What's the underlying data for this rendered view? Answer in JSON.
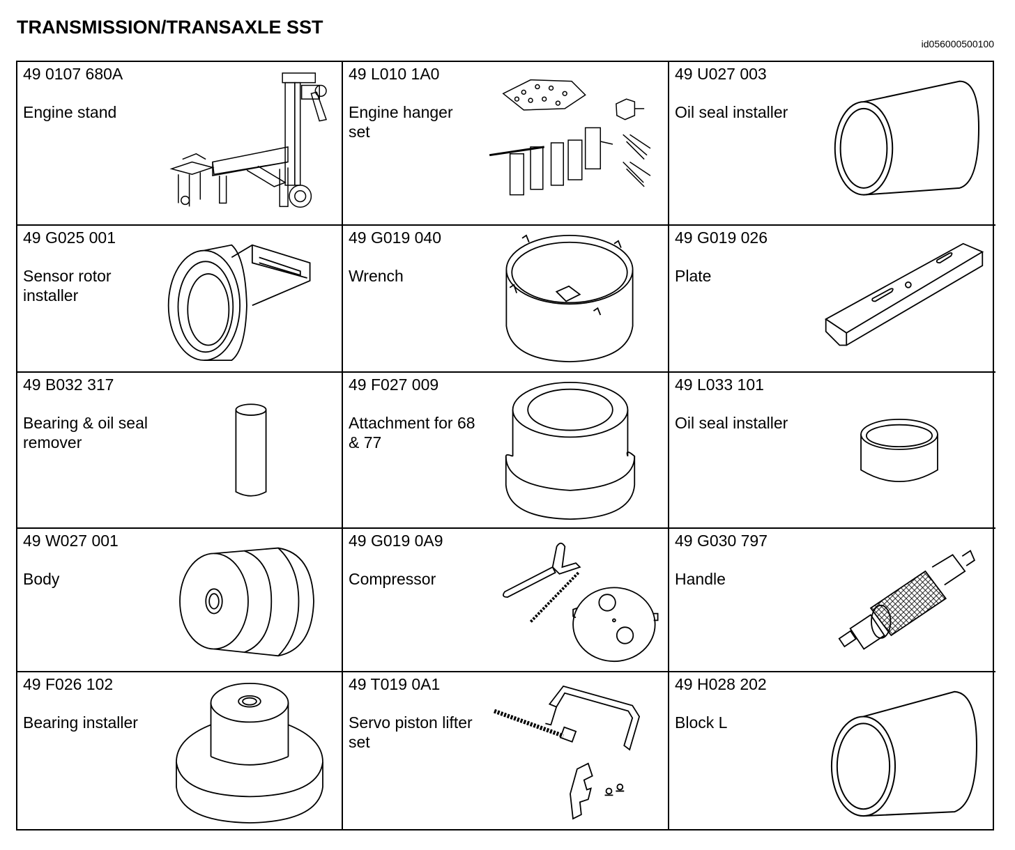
{
  "header": {
    "title": "TRANSMISSION/TRANSAXLE SST",
    "doc_id": "id056000500100"
  },
  "tools": [
    {
      "part_no": "49 0107 680A",
      "name": "Engine stand",
      "icon": "engine-stand-icon"
    },
    {
      "part_no": "49 L010 1A0",
      "name": "Engine hanger set",
      "icon": "engine-hanger-set-icon"
    },
    {
      "part_no": "49 U027 003",
      "name": "Oil seal installer",
      "icon": "oil-seal-installer-icon"
    },
    {
      "part_no": "49 G025 001",
      "name": "Sensor rotor installer",
      "icon": "sensor-rotor-installer-icon"
    },
    {
      "part_no": "49 G019 040",
      "name": "Wrench",
      "icon": "wrench-icon"
    },
    {
      "part_no": "49 G019 026",
      "name": "Plate",
      "icon": "plate-icon"
    },
    {
      "part_no": "49 B032 317",
      "name": "Bearing & oil seal remover",
      "icon": "bearing-oil-seal-remover-icon"
    },
    {
      "part_no": "49 F027 009",
      "name": "Attachment for 68 & 77",
      "icon": "attachment-icon"
    },
    {
      "part_no": "49 L033 101",
      "name": "Oil seal installer",
      "icon": "oil-seal-installer-small-icon"
    },
    {
      "part_no": "49 W027 001",
      "name": "Body",
      "icon": "body-icon"
    },
    {
      "part_no": "49 G019 0A9",
      "name": "Compressor",
      "icon": "compressor-icon"
    },
    {
      "part_no": "49 G030 797",
      "name": "Handle",
      "icon": "handle-icon"
    },
    {
      "part_no": "49 F026 102",
      "name": "Bearing installer",
      "icon": "bearing-installer-icon"
    },
    {
      "part_no": "49 T019 0A1",
      "name": "Servo piston lifter set",
      "icon": "servo-piston-lifter-set-icon"
    },
    {
      "part_no": "49 H028 202",
      "name": "Block L",
      "icon": "block-l-icon"
    }
  ]
}
